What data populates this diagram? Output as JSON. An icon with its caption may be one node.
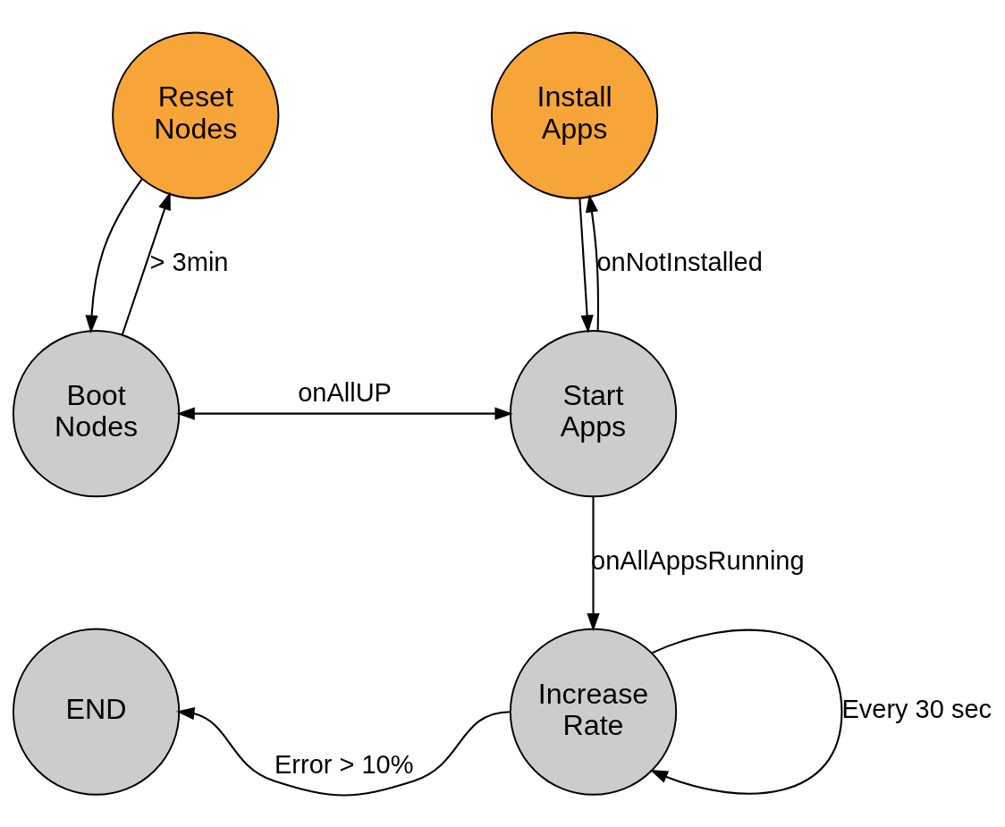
{
  "diagram": {
    "nodes": [
      {
        "text": [
          "Reset Nodes"
        ]
      },
      {
        "text": [
          "Install Apps"
        ]
      },
      {
        "text": [
          "Boot Nodes"
        ]
      },
      {
        "text": [
          "Start Apps"
        ]
      },
      {
        "text": [
          "END"
        ]
      },
      {
        "text": [
          "Increase Rate"
        ]
      }
    ],
    "edges": [
      {
        "from": 2,
        "to": 0,
        "arrow": "to",
        "label": "> 3min"
      },
      {
        "from": 0,
        "to": 2,
        "arrow": "to"
      },
      {
        "from": 2,
        "to": 3,
        "arrow": "both",
        "label": "onAllUP"
      },
      {
        "from": 3,
        "to": 1,
        "arrow": "to",
        "label": "onNotInstalled"
      },
      {
        "from": 1,
        "to": 3,
        "arrow": "to"
      },
      {
        "from": 3,
        "to": 5,
        "arrow": "to",
        "label": "onAllAppsRunning"
      },
      {
        "from": 5,
        "to": 4,
        "arrow": "to",
        "label": "Error > 10%"
      },
      {
        "from": 5,
        "to": 5,
        "arrow": "to",
        "label": "Every 30 sec"
      }
    ]
  }
}
